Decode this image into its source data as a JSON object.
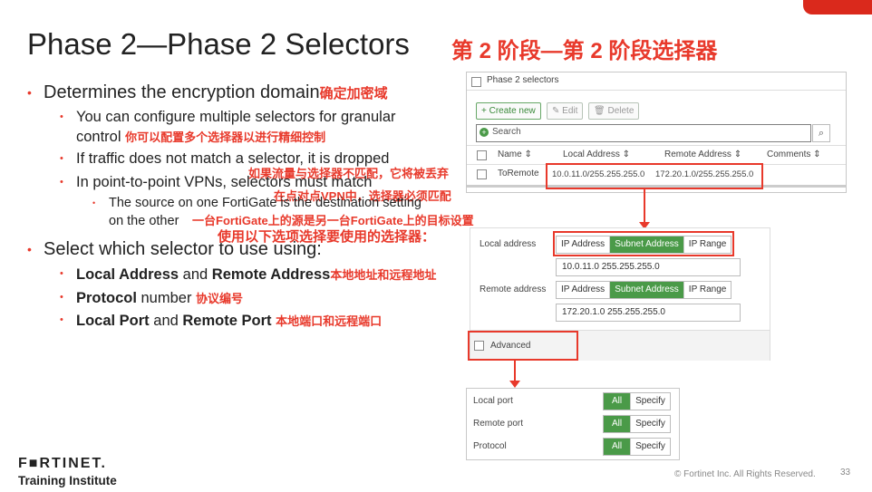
{
  "title": "Phase 2—Phase 2 Selectors",
  "title_cn": "第 2 阶段—第 2 阶段选择器",
  "bullets": {
    "b1": "Determines the encryption domain",
    "b1_cn": "确定加密域",
    "b1a_line1": "You can configure multiple selectors for granular",
    "b1a_line2": "control",
    "b1a_cn": "你可以配置多个选择器以进行精细控制",
    "b1b": "If traffic does not match a selector, it is dropped",
    "b1b_cn": "如果流量与选择器不匹配，它将被丢弃",
    "b1c": "In point-to-point VPNs, selectors must match",
    "b1c_cn": "在点对点VPN中，选择器必须匹配",
    "b1c1_line1": "The source on one FortiGate is the destination setting",
    "b1c1_line2": "on the other",
    "b1c1_cn": "一台FortiGate上的源是另一台FortiGate上的目标设置",
    "b2": "Select which selector to use using:",
    "b2_cn": "使用以下选项选择要使用的选择器：",
    "b2a_bold1": "Local Address",
    "b2a_mid": " and ",
    "b2a_bold2": "Remote Address",
    "b2a_cn": "本地地址和远程地址",
    "b2b_bold": "Protocol",
    "b2b_rest": " number",
    "b2b_cn": "协议编号",
    "b2c_bold1": "Local Port",
    "b2c_mid": " and ",
    "b2c_bold2": "Remote Port",
    "b2c_cn": "本地端口和远程端口"
  },
  "selectors_panel": {
    "header": "Phase 2 selectors",
    "create_new": "Create new",
    "edit": "Edit",
    "delete": "Delete",
    "search_placeholder": "Search",
    "columns": [
      "Name",
      "Local Address",
      "Remote Address",
      "Comments"
    ],
    "row": {
      "name": "ToRemote",
      "local": "10.0.11.0/255.255.255.0",
      "remote": "172.20.1.0/255.255.255.0"
    }
  },
  "address_panel": {
    "local_label": "Local address",
    "remote_label": "Remote address",
    "options": [
      "IP Address",
      "Subnet Address",
      "IP Range"
    ],
    "selected": "Subnet Address",
    "local_value": "10.0.11.0 255.255.255.0",
    "remote_value": "172.20.1.0 255.255.255.0",
    "advanced": "Advanced"
  },
  "advanced_panel": {
    "rows": [
      {
        "label": "Local port",
        "on": "All",
        "off": "Specify"
      },
      {
        "label": "Remote port",
        "on": "All",
        "off": "Specify"
      },
      {
        "label": "Protocol",
        "on": "All",
        "off": "Specify"
      }
    ]
  },
  "footer": {
    "logo": "F■RTINET.",
    "sub": "Training Institute",
    "copyright": "© Fortinet Inc. All Rights Reserved.",
    "page": "33"
  },
  "colors": {
    "accent": "#e8392b",
    "toggle_on": "#4a9a48"
  }
}
